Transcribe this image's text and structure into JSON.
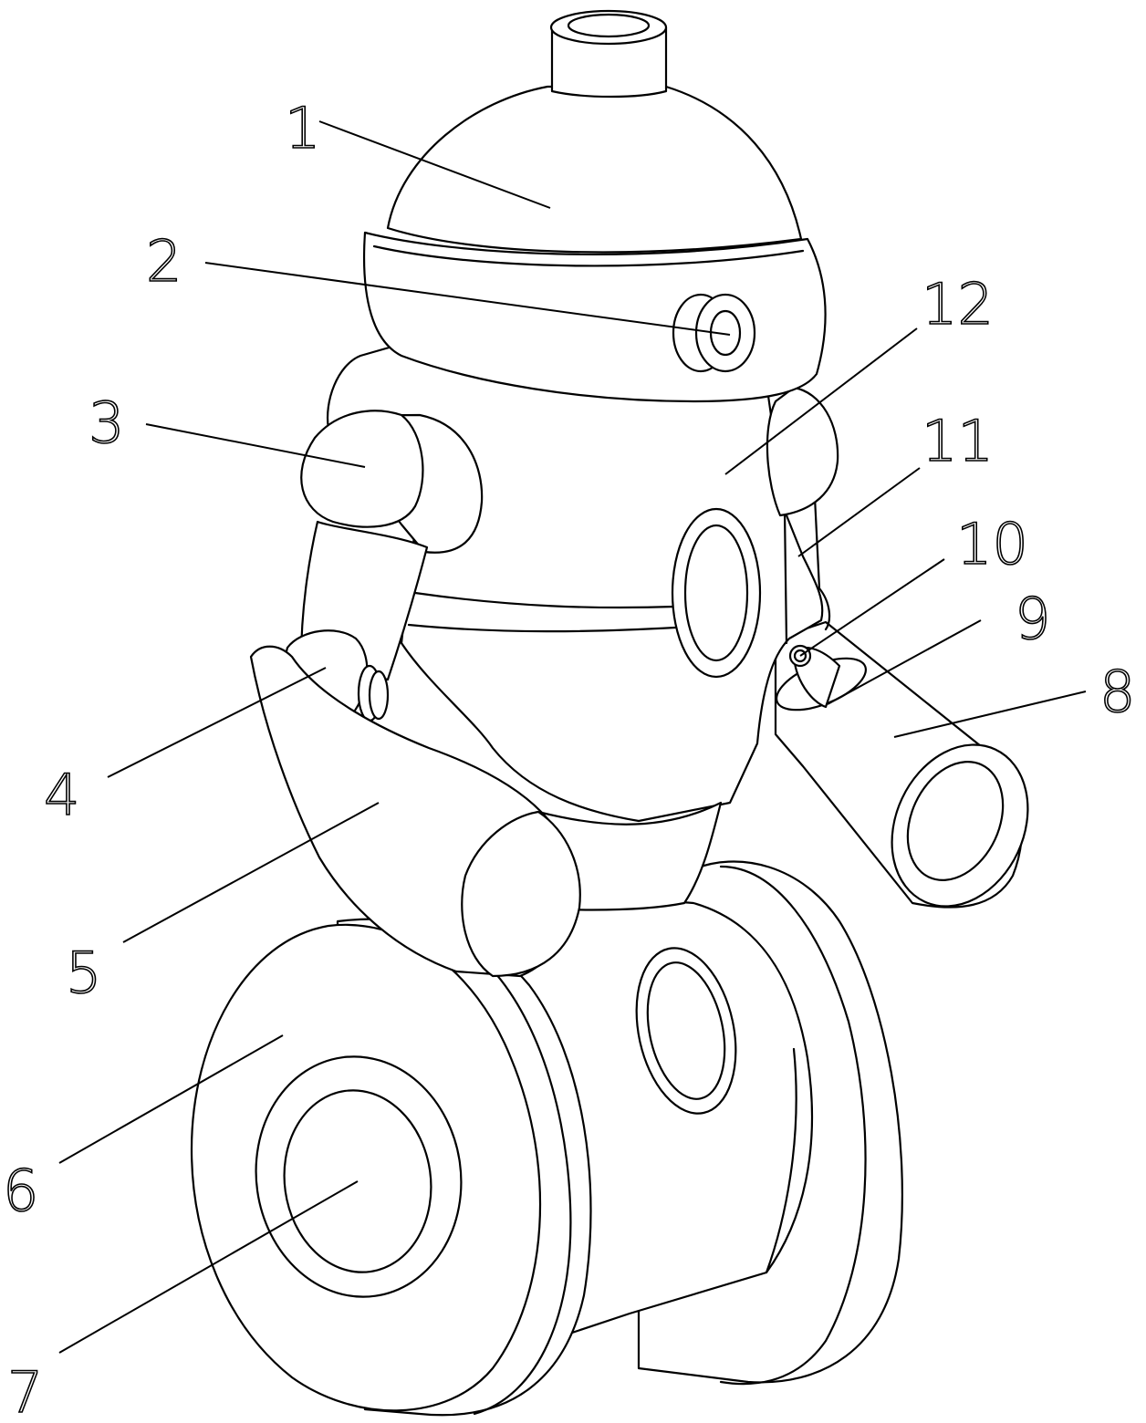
{
  "labels": [
    {
      "id": "label-1",
      "text": "1"
    },
    {
      "id": "label-2",
      "text": "2"
    },
    {
      "id": "label-3",
      "text": "3"
    },
    {
      "id": "label-4",
      "text": "4"
    },
    {
      "id": "label-5",
      "text": "5"
    },
    {
      "id": "label-6",
      "text": "6"
    },
    {
      "id": "label-7",
      "text": "7"
    },
    {
      "id": "label-8",
      "text": "8"
    },
    {
      "id": "label-9",
      "text": "9"
    },
    {
      "id": "label-10",
      "text": "10"
    },
    {
      "id": "label-11",
      "text": "11"
    },
    {
      "id": "label-12",
      "text": "12"
    }
  ]
}
